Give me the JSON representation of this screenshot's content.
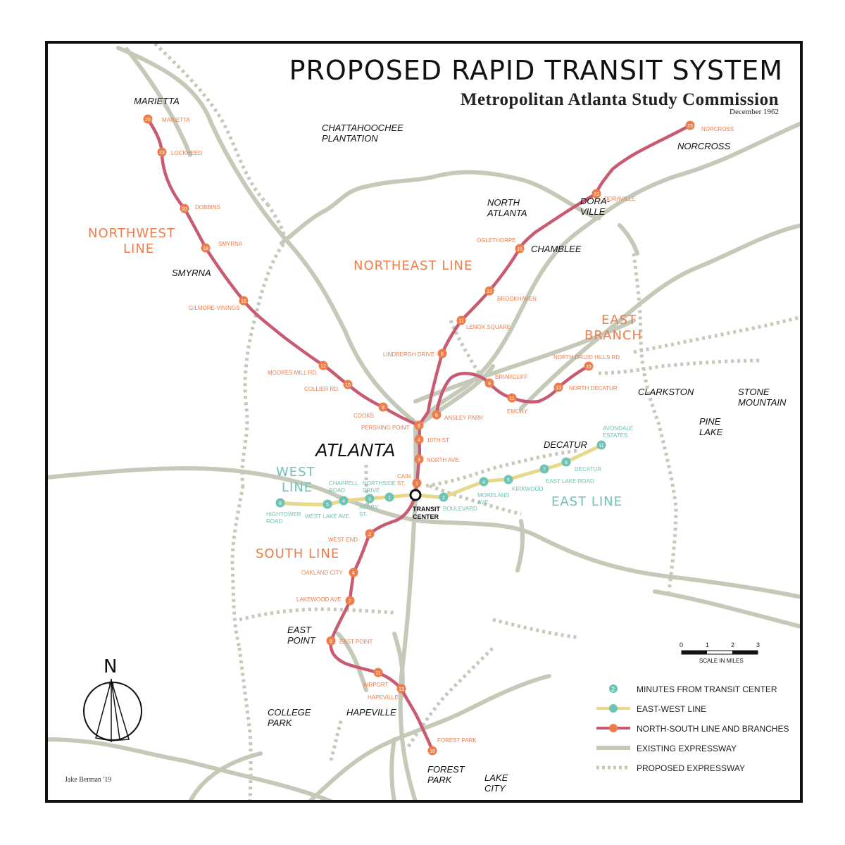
{
  "title": "PROPOSED RAPID TRANSIT SYSTEM",
  "subtitle": "Metropolitan Atlanta Study Commission",
  "date": "December 1962",
  "credit": "Jake Berman '19",
  "colors": {
    "north_south": "#c85a72",
    "station_ns": "#ef7d4a",
    "east_west": "#e8d88a",
    "station_ew": "#6dc3b6",
    "expressway": "#c4c9b8",
    "proposed": "#c4c9b8",
    "line_label_ns": "#ef7d4a",
    "line_label_ew": "#6dc3b6",
    "frame": "#111111"
  },
  "line_labels": {
    "northwest": [
      "NORTHWEST",
      "LINE"
    ],
    "northeast": "NORTHEAST LINE",
    "east_branch": [
      "EAST",
      "BRANCH"
    ],
    "west": [
      "WEST",
      "LINE"
    ],
    "east": "EAST LINE",
    "south": "SOUTH LINE"
  },
  "place_names": {
    "marietta": "MARIETTA",
    "smyrna": "SMYRNA",
    "chattahoochee": [
      "CHATTAHOOCHEE",
      "PLANTATION"
    ],
    "north_atlanta": [
      "NORTH",
      "ATLANTA"
    ],
    "doraville": [
      "DORA-",
      "VILLE"
    ],
    "chamblee": "CHAMBLEE",
    "norcross": "NORCROSS",
    "atlanta": "ATLANTA",
    "clarkston": "CLARKSTON",
    "stone_mountain": [
      "STONE",
      "MOUNTAIN"
    ],
    "pine_lake": [
      "PINE",
      "LAKE"
    ],
    "decatur": "DECATUR",
    "east_point": [
      "EAST",
      "POINT"
    ],
    "college_park": [
      "COLLEGE",
      "PARK"
    ],
    "hapeville": "HAPEVILLE",
    "forest_park": [
      "FOREST",
      "PARK"
    ],
    "lake_city": [
      "LAKE",
      "CITY"
    ]
  },
  "stations_ns": [
    {
      "min": "25",
      "label": "MARIETTA"
    },
    {
      "min": "23",
      "label": "LOCKHEED"
    },
    {
      "min": "20",
      "label": "DOBBINS"
    },
    {
      "min": "18",
      "label": "SMYRNA"
    },
    {
      "min": "16",
      "label": "GILMORE-VININGS"
    },
    {
      "min": "12",
      "label": "MOORES MILL RD."
    },
    {
      "min": "10",
      "label": "COLLIER RD."
    },
    {
      "min": "8",
      "label": "COOKS"
    },
    {
      "min": "6",
      "label": "PERSHING POINT"
    },
    {
      "min": "4",
      "label": "10TH ST."
    },
    {
      "min": "3",
      "label": "NORTH AVE."
    },
    {
      "min": "1",
      "label": [
        "CAIN",
        "ST."
      ]
    },
    {
      "min": "23",
      "label": "NORCROSS"
    },
    {
      "min": "19",
      "label": "DORAVILLE"
    },
    {
      "min": "15",
      "label": "OGLETHORPE"
    },
    {
      "min": "13",
      "label": "BROOKHAVEN"
    },
    {
      "min": "11",
      "label": "LENOX SQUARE"
    },
    {
      "min": "8",
      "label": "LINDBERGH DRIVE"
    },
    {
      "min": "6",
      "label": "ANSLEY PARK"
    },
    {
      "min": "9",
      "label": "BRIARCLIFF"
    },
    {
      "min": "11",
      "label": "EMORY"
    },
    {
      "min": "13",
      "label": "NORTH DECATUR"
    },
    {
      "min": "15",
      "label": "NORTH DRUID HILLS RD."
    },
    {
      "min": "2",
      "label": "WEST END"
    },
    {
      "min": "4",
      "label": "OAKLAND CITY"
    },
    {
      "min": "7",
      "label": "LAKEWOOD AVE."
    },
    {
      "min": "9",
      "label": "EAST POINT"
    },
    {
      "min": "11",
      "label": "AIRPORT"
    },
    {
      "min": "13",
      "label": "HAPEVILLE"
    },
    {
      "min": "16",
      "label": "FOREST PARK"
    }
  ],
  "stations_ew": [
    {
      "min": "8",
      "label": [
        "HIGHTOWER",
        "ROAD"
      ]
    },
    {
      "min": "5",
      "label": "WEST LAKE AVE."
    },
    {
      "min": "4",
      "label": [
        "CHAPPELL",
        "ROAD"
      ]
    },
    {
      "min": "3",
      "label": [
        "ASHBY",
        "ST."
      ]
    },
    {
      "min": "1",
      "label": [
        "NORTHSIDE",
        "DRIVE"
      ]
    },
    {
      "min": "2",
      "label": "BOULEVARD"
    },
    {
      "min": "4",
      "label": [
        "MORELAND",
        "AVE."
      ]
    },
    {
      "min": "5",
      "label": "KIRKWOOD"
    },
    {
      "min": "7",
      "label": "EAST LAKE ROAD"
    },
    {
      "min": "9",
      "label": "DECATUR"
    },
    {
      "min": "11",
      "label": [
        "AVONDALE",
        "ESTATES"
      ]
    }
  ],
  "transit_center": [
    "TRANSIT",
    "CENTER"
  ],
  "scale": {
    "ticks": [
      "0",
      "1",
      "2",
      "3"
    ],
    "label": "SCALE IN MILES"
  },
  "compass": "N",
  "legend": {
    "minutes_sample": "2",
    "items": [
      "MINUTES FROM TRANSIT CENTER",
      "EAST-WEST LINE",
      "NORTH-SOUTH LINE AND BRANCHES",
      "EXISTING EXPRESSWAY",
      "PROPOSED EXPRESSWAY"
    ]
  }
}
